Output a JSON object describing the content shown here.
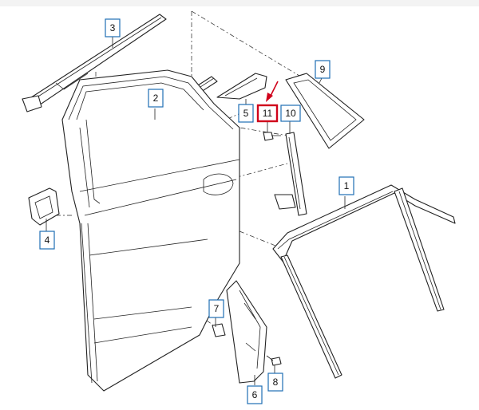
{
  "diagram": {
    "callouts": [
      {
        "id": "1",
        "label": "1",
        "highlight": false
      },
      {
        "id": "2",
        "label": "2",
        "highlight": false
      },
      {
        "id": "3",
        "label": "3",
        "highlight": false
      },
      {
        "id": "4",
        "label": "4",
        "highlight": false
      },
      {
        "id": "5",
        "label": "5",
        "highlight": false
      },
      {
        "id": "6",
        "label": "6",
        "highlight": false
      },
      {
        "id": "7",
        "label": "7",
        "highlight": false
      },
      {
        "id": "8",
        "label": "8",
        "highlight": false
      },
      {
        "id": "9",
        "label": "9",
        "highlight": false
      },
      {
        "id": "10",
        "label": "10",
        "highlight": false
      },
      {
        "id": "11",
        "label": "11",
        "highlight": true
      }
    ],
    "highlight_color": "#d0021b",
    "callout_border_color": "#1f6fb5"
  }
}
